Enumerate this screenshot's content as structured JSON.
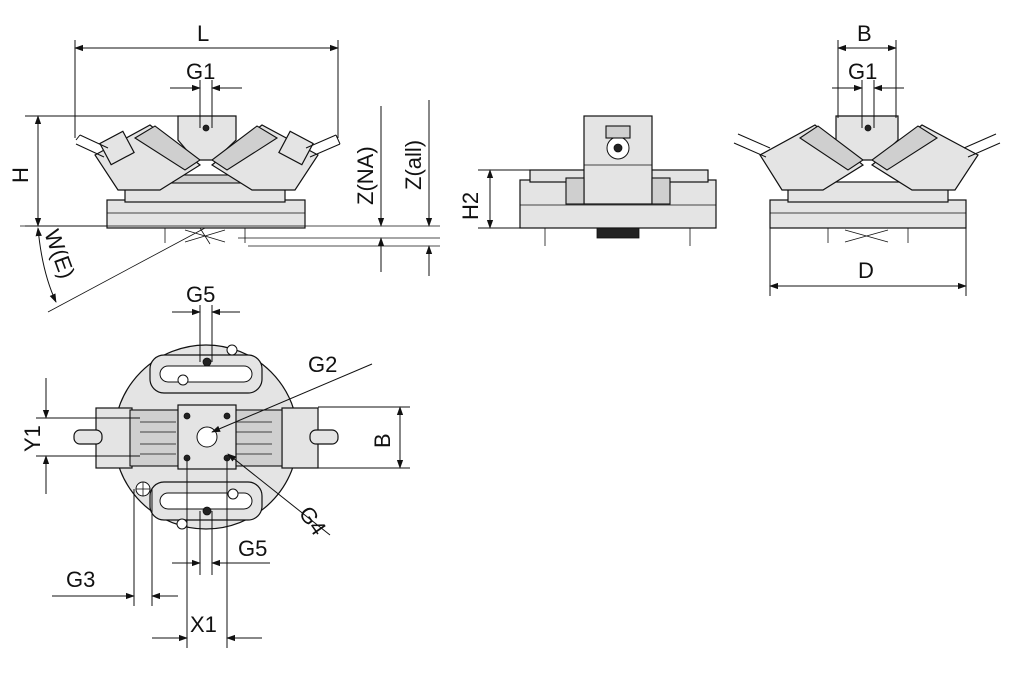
{
  "front_view": {
    "labels": {
      "L": "L",
      "G1": "G1",
      "H": "H",
      "W": "W(E)",
      "Z_NA": "Z(NA)",
      "Z_all": "Z(all)"
    }
  },
  "side_view": {
    "labels": {
      "H2": "H2"
    }
  },
  "right_view": {
    "labels": {
      "B": "B",
      "G1": "G1",
      "D": "D"
    }
  },
  "top_view": {
    "labels": {
      "G5_top": "G5",
      "G2": "G2",
      "B": "B",
      "Y1": "Y1",
      "G4": "G4",
      "G5_bottom": "G5",
      "G3": "G3",
      "X1": "X1"
    }
  }
}
